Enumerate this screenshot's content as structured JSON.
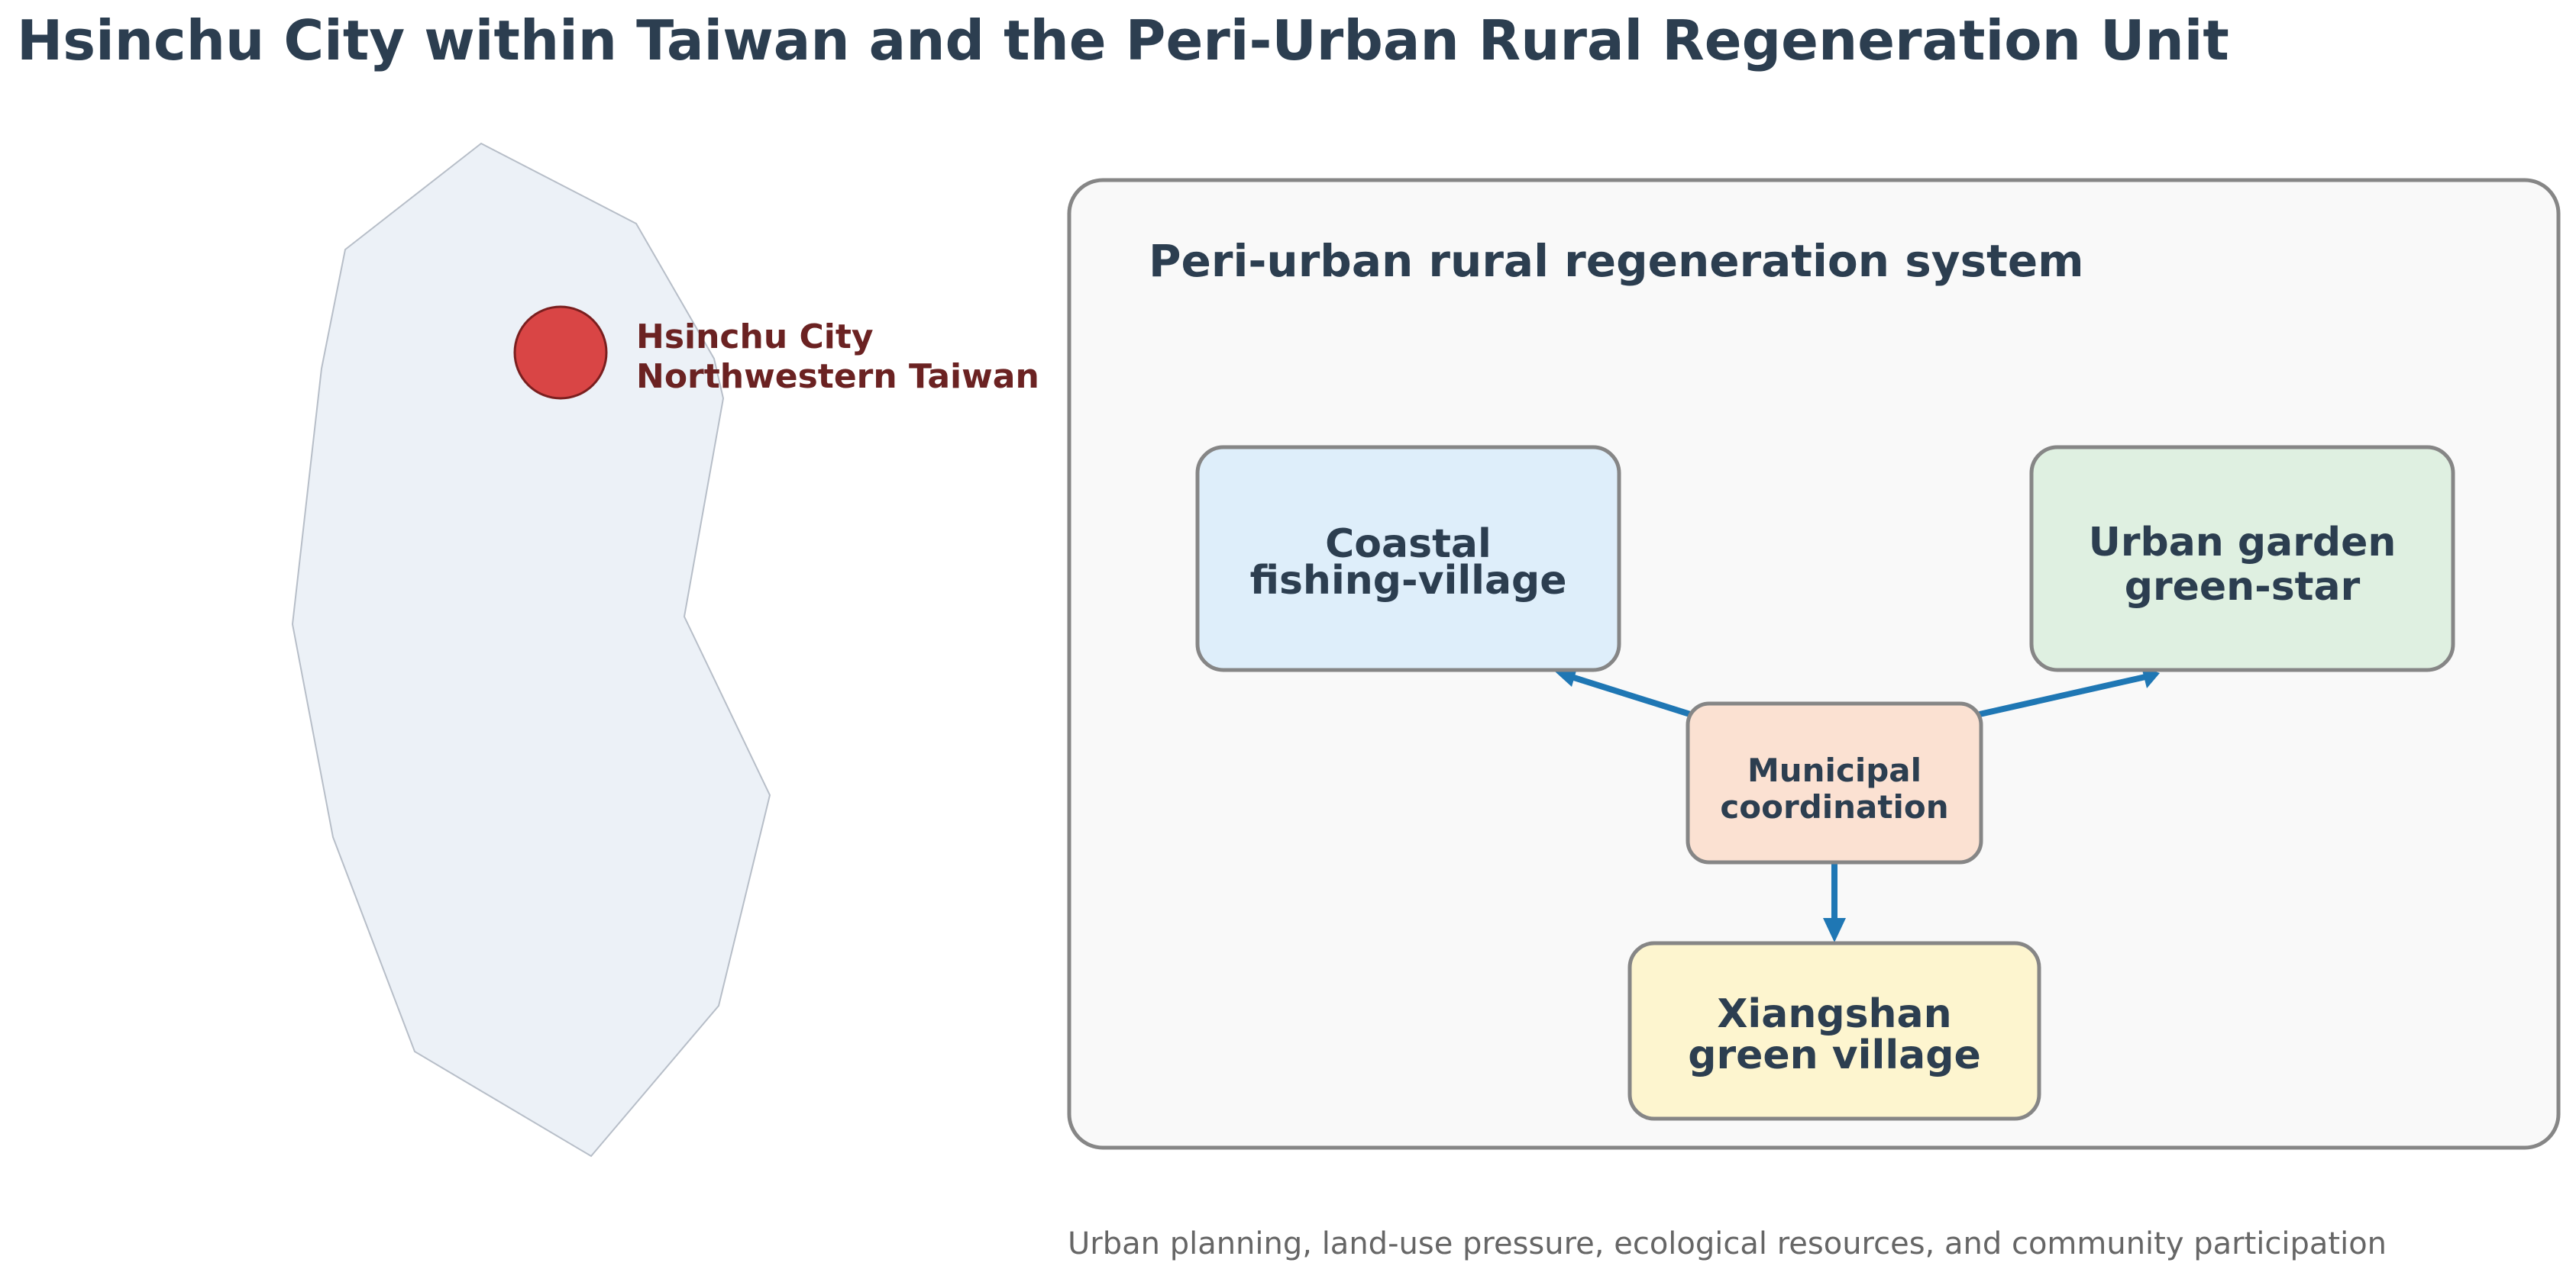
{
  "title": "Hsinchu City within Taiwan and the Peri-Urban Rural Regeneration Unit",
  "map": {
    "location_line1": "Hsinchu City",
    "location_line2": "Northwestern Taiwan"
  },
  "panel": {
    "title": "Peri-urban rural regeneration system",
    "center_node": {
      "line1": "Municipal",
      "line2": "coordination"
    },
    "node_coastal": {
      "line1": "Coastal",
      "line2": "fishing-village"
    },
    "node_urban": {
      "line1": "Urban garden",
      "line2": "green-star"
    },
    "node_xiangshan": {
      "line1": "Xiangshan",
      "line2": "green village"
    }
  },
  "caption": "Urban planning, land-use pressure, ecological resources, and community participation",
  "colors": {
    "title": "#2c3e50",
    "marker_fill": "#d94545",
    "marker_stroke": "#7a1f1f",
    "marker_label": "#6b2222",
    "arrow": "#1f77b4",
    "taiwan_fill": "#ecf1f7",
    "coastal_fill": "#deeefa",
    "urban_fill": "#dff0e1",
    "center_fill": "#fbe1d2",
    "xiangshan_fill": "#fdf5cf",
    "panel_fill": "#f9f9f9",
    "border": "#868686",
    "caption": "#666666"
  }
}
